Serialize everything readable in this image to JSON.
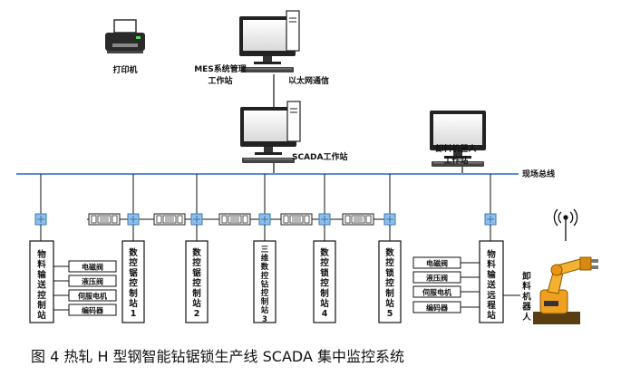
{
  "diagram": {
    "printer": {
      "label": "打印机"
    },
    "mes": {
      "label_line1": "MES系统管理",
      "label_line2": "工作站"
    },
    "ethernet": {
      "label": "以太网通信"
    },
    "scada": {
      "label": "SCADA工作站"
    },
    "unload_ws": {
      "label_line1": "卸料机器人",
      "label_line2": "工作站"
    },
    "fieldbus": {
      "label": "现场总线"
    },
    "stations": [
      {
        "label": "物料输送控制站"
      },
      {
        "label": "数控锯控制站1"
      },
      {
        "label": "数控锯控制站2"
      },
      {
        "label": "三维数控钻控制站3"
      },
      {
        "label": "数控锁控制站4"
      },
      {
        "label": "数控锁控制站5"
      },
      {
        "label": "物料输送远程站"
      }
    ],
    "left_devices": [
      "电磁阀",
      "液压阀",
      "伺服电机",
      "编码器"
    ],
    "right_devices": [
      "电磁阀",
      "液压阀",
      "伺服电机",
      "编码器"
    ],
    "robot": {
      "label": "卸料机器人"
    },
    "caption": "图 4   热轧 H 型钢智能钻锯锁生产线 SCADA 集中监控系统",
    "colors": {
      "bus": "#5b8ed6",
      "node": "#8ec0ea",
      "node_stroke": "#3a78b8"
    }
  }
}
